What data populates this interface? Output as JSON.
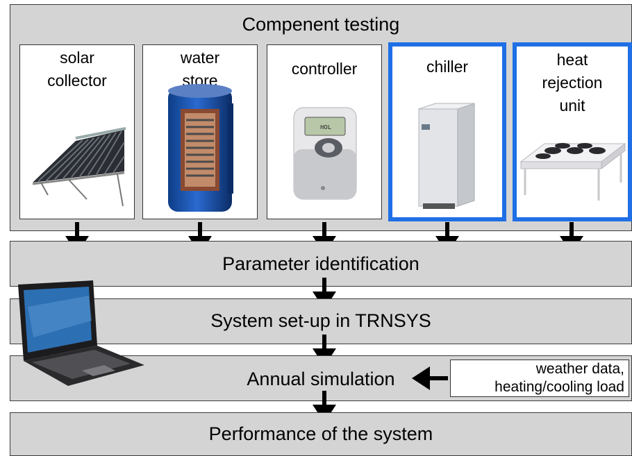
{
  "component_testing": {
    "title": "Compenent testing",
    "cards": [
      {
        "label": "solar\ncollector",
        "icon": "solar-collector-image",
        "highlighted": false
      },
      {
        "label": "water\nstore",
        "icon": "water-store-image",
        "highlighted": false
      },
      {
        "label": "controller",
        "icon": "controller-image",
        "highlighted": false
      },
      {
        "label": "chiller",
        "icon": "chiller-image",
        "highlighted": true
      },
      {
        "label": "heat\nrejection\nunit",
        "icon": "heat-rejection-unit-image",
        "highlighted": true
      }
    ]
  },
  "steps": {
    "parameter_identification": "Parameter identification",
    "system_setup": "System set-up in TRNSYS",
    "annual_simulation": "Annual simulation",
    "performance": "Performance of the system"
  },
  "input_box": {
    "line1": "weather data,",
    "line2": "heating/cooling load"
  },
  "colors": {
    "band_fill": "#d4d4d4",
    "highlight_border": "#1f6fe6",
    "arrow": "#000000"
  },
  "icons": [
    "down-arrow-icon",
    "left-arrow-icon",
    "laptop-image"
  ]
}
